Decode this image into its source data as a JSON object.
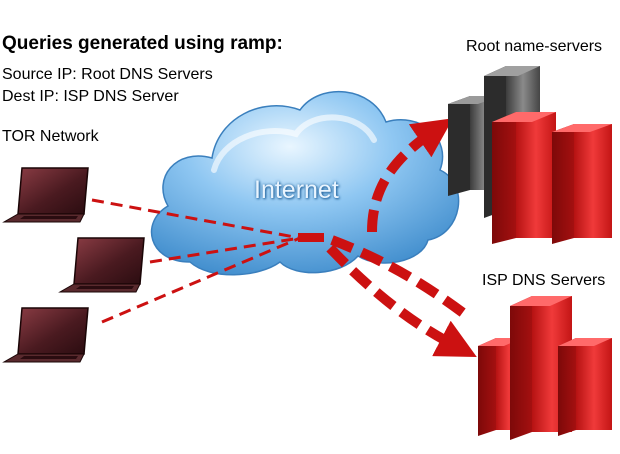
{
  "heading": "Queries generated using ramp:",
  "source_ip": "Source IP: Root DNS Servers",
  "dest_ip": "Dest IP: ISP DNS Server",
  "tor_label": "TOR Network",
  "root_label": "Root name-servers",
  "isp_label": "ISP DNS Servers",
  "cloud_label": "Internet",
  "colors": {
    "arrow": "#cc1111",
    "cloud": "#6fb3ea",
    "server_red": "#d61f1f",
    "server_gray": "#5a5a5a",
    "laptop": "#4a1e22"
  }
}
